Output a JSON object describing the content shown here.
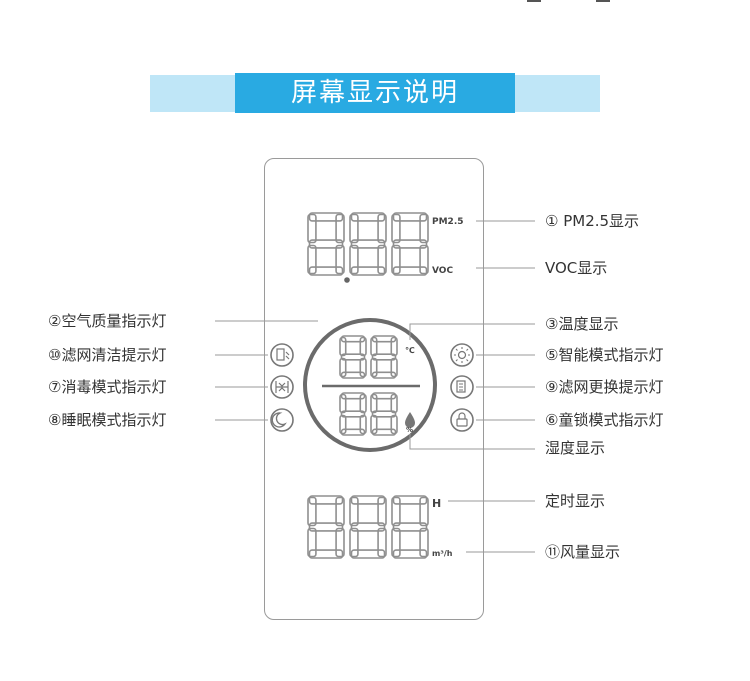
{
  "title": "屏幕显示说明",
  "units": {
    "pm25": "PM2.5",
    "voc": "VOC",
    "celsius": "℃",
    "percent": "%",
    "hour": "H",
    "airflow": "m³/h"
  },
  "digits": {
    "pm25": "888",
    "temperature": "88",
    "humidity": "88",
    "timer": "888"
  },
  "labels_right": [
    "① PM2.5显示",
    "VOC显示",
    "③温度显示",
    "⑤智能模式指示灯",
    "⑨滤网更换提示灯",
    "⑥童锁模式指示灯",
    "湿度显示",
    "定时显示",
    "⑪风量显示"
  ],
  "labels_left": [
    "②空气质量指示灯",
    "⑩滤网清洁提示灯",
    "⑦消毒模式指示灯",
    "⑧睡眠模式指示灯"
  ],
  "icons": [
    "filter-clean-icon",
    "disinfect-icon",
    "sleep-icon",
    "smart-mode-icon",
    "filter-replace-icon",
    "child-lock-icon"
  ],
  "colors": {
    "banner": "#29aae2",
    "banner_light": "#bfe6f7",
    "segment": "#8f8f8f"
  }
}
